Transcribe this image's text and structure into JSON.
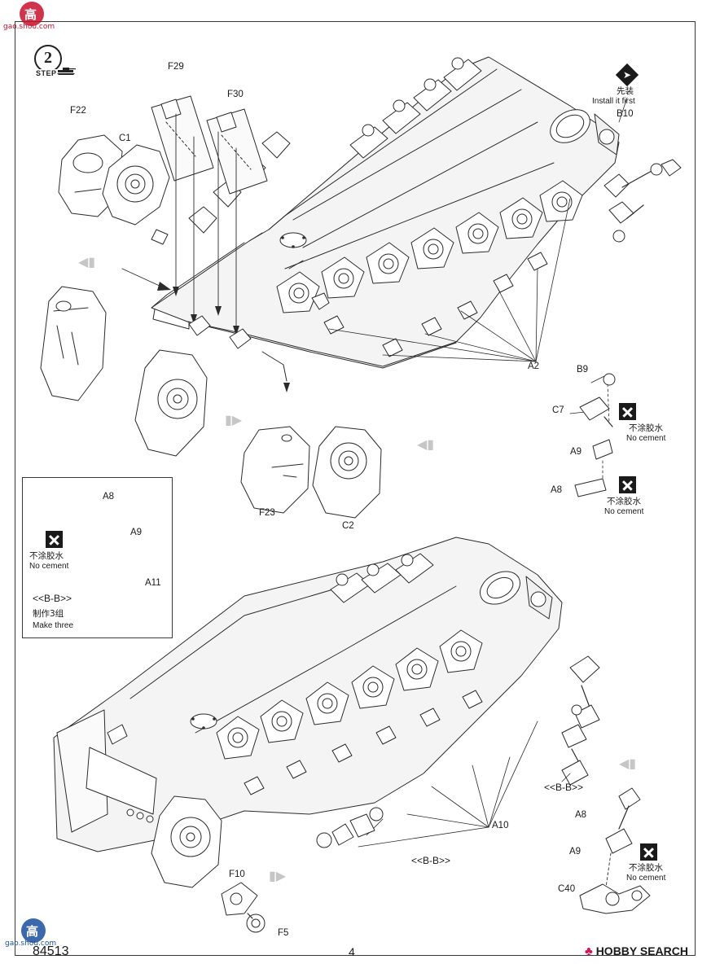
{
  "page": {
    "step_number": "2",
    "step_label": "STEP",
    "footer_code": "84513",
    "footer_page": "4",
    "footer_brand": "HOBBY SEARCH",
    "footer_brand_mark": "♣"
  },
  "watermark": {
    "top_text": "gao.shou.com",
    "top_char": "高",
    "bottom_text": "gao.shou.com",
    "bottom_char": "高"
  },
  "notes": {
    "install_first_cn": "先装",
    "install_first_en": "Install it first",
    "no_cement_cn": "不涂胶水",
    "no_cement_en": "No cement",
    "make_three_cn": "制作3组",
    "make_three_en": "Make three",
    "section_bb": "<<B-B>>"
  },
  "part_labels": {
    "f29": "F29",
    "f30": "F30",
    "f22": "F22",
    "c1": "C1",
    "f23": "F23",
    "c2": "C2",
    "a2": "A2",
    "b10": "B10",
    "b9": "B9",
    "c7": "C7",
    "a9_upper": "A9",
    "a8_upper": "A8",
    "a8_inset": "A8",
    "a9_inset": "A9",
    "a11_inset": "A11",
    "a10": "A10",
    "a8_lower": "A8",
    "a9_lower": "A9",
    "c40": "C40",
    "f10": "F10",
    "f5": "F5"
  }
}
